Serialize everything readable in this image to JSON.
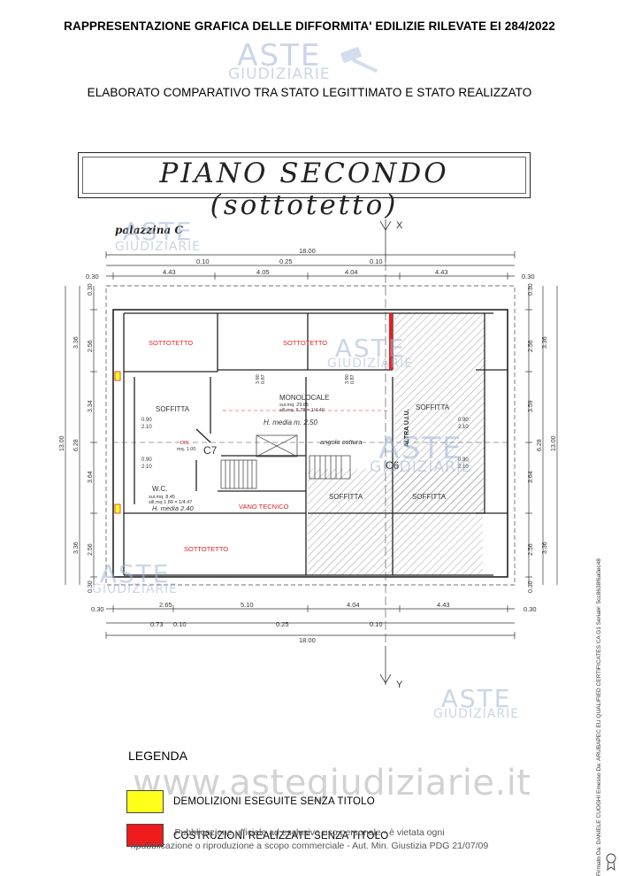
{
  "document": {
    "title": "RAPPRESENTAZIONE GRAFICA DELLE DIFFORMITA' EDILIZIE RILEVATE EI 284/2022",
    "subtitle": "ELABORATO COMPARATIVO TRA STATO LEGITTIMATO E STATO REALIZZATO",
    "floor_title": "PIANO SECONDO (sottotetto)"
  },
  "watermark": {
    "brand_line1": "ASTE",
    "brand_line2": "GIUDIZIARIE",
    "site": "www.astegiudiziarie.it"
  },
  "plan": {
    "building_label": "palazzina C",
    "axis_x": "X",
    "axis_y": "Y",
    "dims_top": {
      "overall": "18.00",
      "row1": [
        "0.10",
        "0.25",
        "0.10"
      ],
      "row2": [
        "0.30",
        "4.43",
        "4.05",
        "4.04",
        "4.43",
        "0.30"
      ]
    },
    "dims_bottom": {
      "row1": [
        "0.30",
        "2.65",
        "5.10",
        "4.04",
        "4.43",
        "0.30"
      ],
      "row2": [
        "0.73",
        "0.10",
        "0.25",
        "0.10"
      ],
      "overall": "18.00"
    },
    "dims_left": {
      "outer": [
        "0.30",
        "3.36",
        "3.34",
        "3.64",
        "3.36",
        "0.30"
      ],
      "inner": [
        "2.56",
        "6.28",
        "2.56"
      ],
      "overall": "13.00"
    },
    "dims_right": {
      "outer": [
        "0.30",
        "3.36",
        "3.59",
        "3.64",
        "3.36",
        "0.30"
      ],
      "inner": [
        "2.56",
        "6.28",
        "2.56"
      ],
      "overall": "13.00"
    },
    "rooms": {
      "sottotetto_1": "SOTTOTETTO",
      "sottotetto_2": "SOTTOTETTO",
      "sottotetto_3": "SOTTOTETTO",
      "soffitta_1": "SOFFITTA",
      "soffitta_2": "SOFFITTA",
      "soffitta_3": "SOFFITTA",
      "soffitta_4": "SOFFITTA",
      "vano_tecnico": "VANO TECNICO",
      "altra_uiu": "ALTRA U.I.U.",
      "unit_c7": "C7",
      "unit_c6": "C6",
      "monolocale": {
        "name": "MONOLOCALE",
        "area": "sui.mq. 29.65",
        "ratio": "sill.mq. 6.78 = 1/4.40",
        "height": "H. media m. 2.50"
      },
      "wc": {
        "name": "W.C.",
        "area": "sui.mq. 8.45",
        "ratio": "sill.mq 1.89 = 1/4.47",
        "height": "H. media 2.40"
      },
      "disimpegno": {
        "name": "DIS.",
        "area": "mq. 1.00"
      },
      "angolo_cottura": "angolo cottura"
    },
    "openings": [
      {
        "id": "w1",
        "w": "3.90",
        "h": "0.87"
      },
      {
        "id": "w2",
        "w": "3.90",
        "h": "0.87"
      },
      {
        "id": "w3",
        "w": "0.90",
        "h": "2.10"
      },
      {
        "id": "w4",
        "w": "0.90",
        "h": "2.10"
      },
      {
        "id": "w5",
        "w": "0.90",
        "h": "2.10"
      },
      {
        "id": "w6",
        "w": "0.90",
        "h": "2.10"
      }
    ]
  },
  "legend": {
    "title": "LEGENDA",
    "items": [
      {
        "label": "DEMOLIZIONI ESEGUITE SENZA TITOLO",
        "color": "#ffff1a"
      },
      {
        "label": "COSTRUZIONI REALIZZATE SENZA TITOLO",
        "color": "#ee1c1c"
      }
    ]
  },
  "notice": {
    "line1": "Pubblicazione ufficiale ad esclusivo uso personale - è vietata ogni",
    "line2": "ripubblicazione o riproduzione a scopo commerciale - Aut. Min. Giustizia PDG 21/07/09"
  },
  "signature_text": "Firmato Da: DANIELE CUOGHI Emesso Da: ARUBAPEC EU QUALIFIED CERTIFICATES CA G1 Serial#: 5cc8638f6a0ec48"
}
